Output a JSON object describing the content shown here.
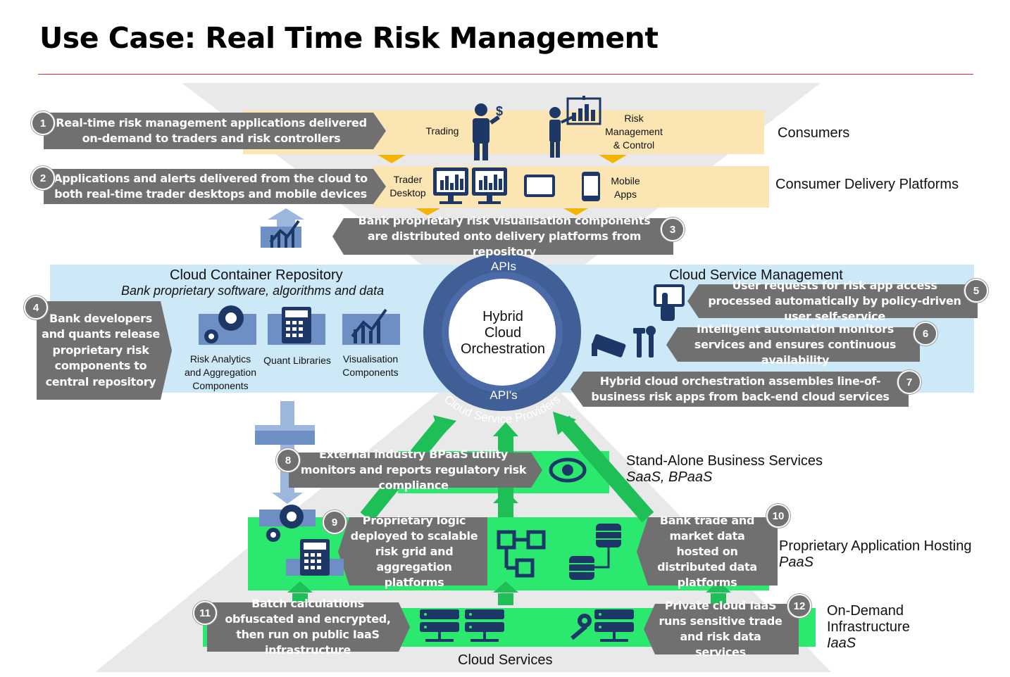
{
  "title": "Use Case: Real Time Risk Management",
  "colors": {
    "callout": "#707070",
    "consumer_band": "#fbe6b3",
    "repository_band": "#cde8f7",
    "green_band": "#2be86e",
    "orchestration_ring": "#3f5f96",
    "icon_navy": "#1d3767",
    "arrow_green": "#1fbf58",
    "title_rule": "#d92b2b"
  },
  "layers": {
    "consumers": "Consumers",
    "delivery": "Consumer Delivery Platforms",
    "repo_title": "Cloud Container Repository",
    "repo_subtitle": "Bank proprietary software, algorithms and data",
    "csm": "Cloud Service Management",
    "standalone": "Stand-Alone Business Services",
    "standalone_sub": "SaaS, BPaaS",
    "hosting": "Proprietary Application Hosting",
    "hosting_sub": "PaaS",
    "infra_1": "On-Demand",
    "infra_2": "Infrastructure",
    "infra_sub": "IaaS",
    "cloud_services": "Cloud Services"
  },
  "labels": {
    "trading": "Trading",
    "risk_mgmt": "Risk\nManagement\n& Control",
    "trader_desktop": "Trader\nDesktop",
    "mobile_apps": "Mobile\nApps",
    "risk_analytics": "Risk Analytics\nand Aggregation\nComponents",
    "quant_libraries": "Quant Libraries",
    "visualisation": "Visualisation\nComponents"
  },
  "hub": {
    "apis_top": "APIs",
    "center": "Hybrid\nCloud\nOrchestration",
    "apis_bottom": "API's",
    "providers": "Cloud Service Providers"
  },
  "callouts": [
    {
      "num": "1",
      "text": "Real-time risk management applications delivered on-demand to traders and risk controllers"
    },
    {
      "num": "2",
      "text": "Applications and alerts delivered from the cloud to both real-time trader desktops and mobile devices"
    },
    {
      "num": "3",
      "text": "Bank proprietary risk visualisation components are distributed onto delivery platforms  from repository"
    },
    {
      "num": "4",
      "text": "Bank developers and quants release proprietary risk components to central repository"
    },
    {
      "num": "5",
      "text": "User requests for risk app access processed automatically by policy-driven user self-service"
    },
    {
      "num": "6",
      "text": "Intelligent automation monitors services and ensures continuous availability"
    },
    {
      "num": "7",
      "text": "Hybrid cloud orchestration assembles line-of-business risk apps from back-end cloud services"
    },
    {
      "num": "8",
      "text": "External industry BPaaS utility monitors and reports regulatory risk compliance"
    },
    {
      "num": "9",
      "text": "Proprietary logic deployed to scalable risk grid and aggregation platforms"
    },
    {
      "num": "10",
      "text": "Bank trade and market data hosted on distributed data platforms"
    },
    {
      "num": "11",
      "text": "Batch calculations obfuscated and encrypted, then run on public IaaS infrastructure"
    },
    {
      "num": "12",
      "text": "Private cloud IaaS runs sensitive trade and risk data services"
    }
  ],
  "icons": [
    "trader-icon",
    "presenter-icon",
    "monitor-chart-icon",
    "tablet-icon",
    "phone-icon",
    "chart-cube-icon",
    "gear-cube-icon",
    "calculator-cube-icon",
    "touch-screen-icon",
    "camera-icon",
    "tools-icon",
    "eye-icon",
    "workflow-icon",
    "database-icon",
    "server-icon",
    "key-icon"
  ]
}
